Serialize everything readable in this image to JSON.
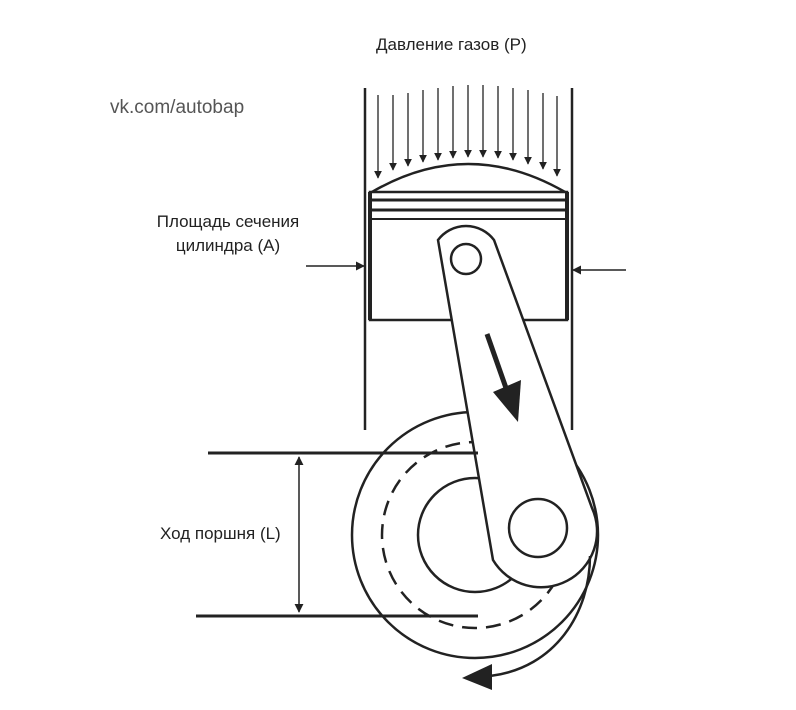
{
  "labels": {
    "gas_pressure": "Давление газов (P)",
    "area_line1": "Площадь сечения",
    "area_line2": "цилиндра (A)",
    "stroke": "Ход поршня (L)"
  },
  "watermark": "vk.com/autobap",
  "colors": {
    "ink": "#222222",
    "background": "#ffffff",
    "watermark": "#555555"
  }
}
